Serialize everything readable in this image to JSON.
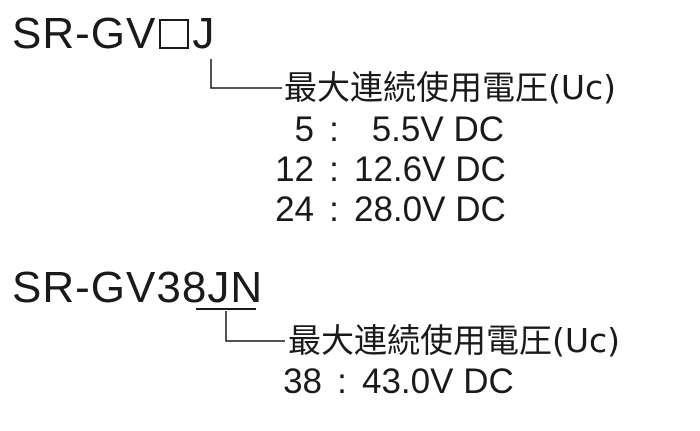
{
  "model1": {
    "prefix": "SR-GV",
    "suffix": "J",
    "label": "最大連続使用電圧(Uc)",
    "rows": [
      {
        "code": "5",
        "value": "5.5V DC"
      },
      {
        "code": "12",
        "value": "12.6V DC"
      },
      {
        "code": "24",
        "value": "28.0V DC"
      }
    ]
  },
  "model2": {
    "prefix": "SR-GV",
    "code": "38",
    "suffix": "JN",
    "label": "最大連続使用電圧(Uc)",
    "rows": [
      {
        "code": "38",
        "value": "43.0V DC"
      }
    ]
  },
  "separator": ":"
}
